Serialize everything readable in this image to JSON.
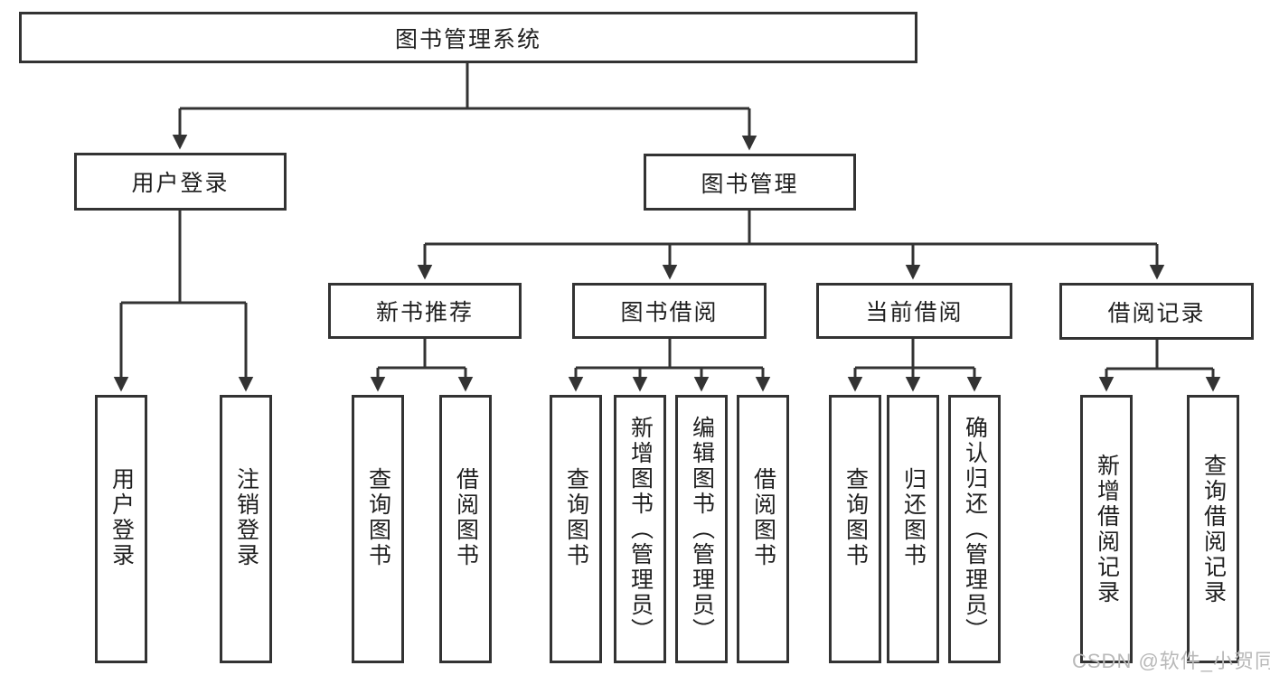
{
  "diagram": {
    "root": {
      "label": "图书管理系统"
    },
    "branches": {
      "user_login": {
        "label": "用户登录"
      },
      "book_management": {
        "label": "图书管理"
      }
    },
    "modules": {
      "new_book_recommend": {
        "label": "新书推荐"
      },
      "book_borrow": {
        "label": "图书借阅"
      },
      "current_borrow": {
        "label": "当前借阅"
      },
      "borrow_records": {
        "label": "借阅记录"
      }
    },
    "leaves": {
      "user_login_leaf": {
        "label": "用户登录"
      },
      "logout_leaf": {
        "label": "注销登录"
      },
      "recommend_query_books": {
        "label": "查询图书"
      },
      "recommend_borrow_books": {
        "label": "借阅图书"
      },
      "borrow_query_books": {
        "label": "查询图书"
      },
      "borrow_add_books": {
        "label": "新增图书（管理员）"
      },
      "borrow_edit_books": {
        "label": "编辑图书（管理员）"
      },
      "borrow_borrow_books": {
        "label": "借阅图书"
      },
      "current_query_books": {
        "label": "查询图书"
      },
      "current_return_books": {
        "label": "归还图书"
      },
      "current_confirm_return": {
        "label": "确认归还（管理员）"
      },
      "records_add_record": {
        "label": "新增借阅记录"
      },
      "records_query_record": {
        "label": "查询借阅记录"
      }
    }
  },
  "watermark": {
    "text": "CSDN @软件_小贺同学"
  },
  "colors": {
    "line": "#333333",
    "text": "#1f1f1f",
    "watermark": "#b9b9b9",
    "background": "#ffffff"
  }
}
